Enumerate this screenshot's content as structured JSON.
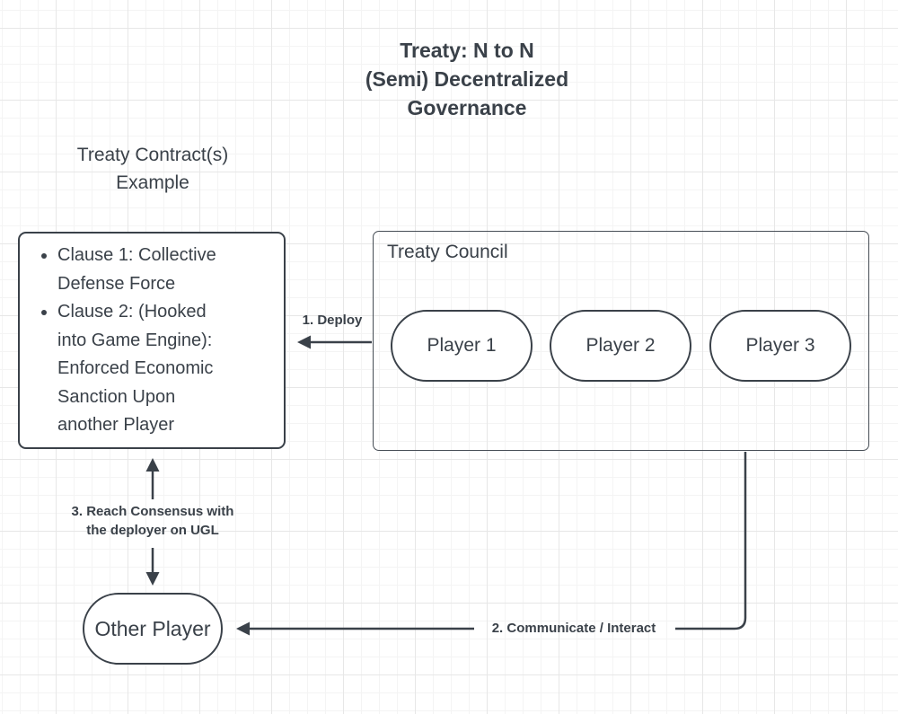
{
  "diagram": {
    "title": "Treaty: N to N\n(Semi) Decentralized\nGovernance",
    "contract_example_label": "Treaty Contract(s)\nExample",
    "clause_box": {
      "clauses": [
        "Clause 1: Collective\nDefense Force",
        "Clause 2: (Hooked\ninto Game Engine):\nEnforced Economic\nSanction Upon\nanother Player"
      ]
    },
    "council": {
      "label": "Treaty Council",
      "players": [
        "Player 1",
        "Player 2",
        "Player 3"
      ]
    },
    "other_player": {
      "label": "Other Player"
    },
    "edges": {
      "deploy": {
        "label": "1. Deploy"
      },
      "communicate": {
        "label": "2. Communicate / Interact"
      },
      "consensus": {
        "label": "3. Reach Consensus with\nthe deployer on UGL"
      }
    },
    "colors": {
      "stroke": "#3a4149",
      "shape_fill": "#ffffff",
      "canvas_bg": "#ffffff",
      "grid_minor": "#f4f4f4",
      "grid_major": "#e7e7e7"
    }
  }
}
